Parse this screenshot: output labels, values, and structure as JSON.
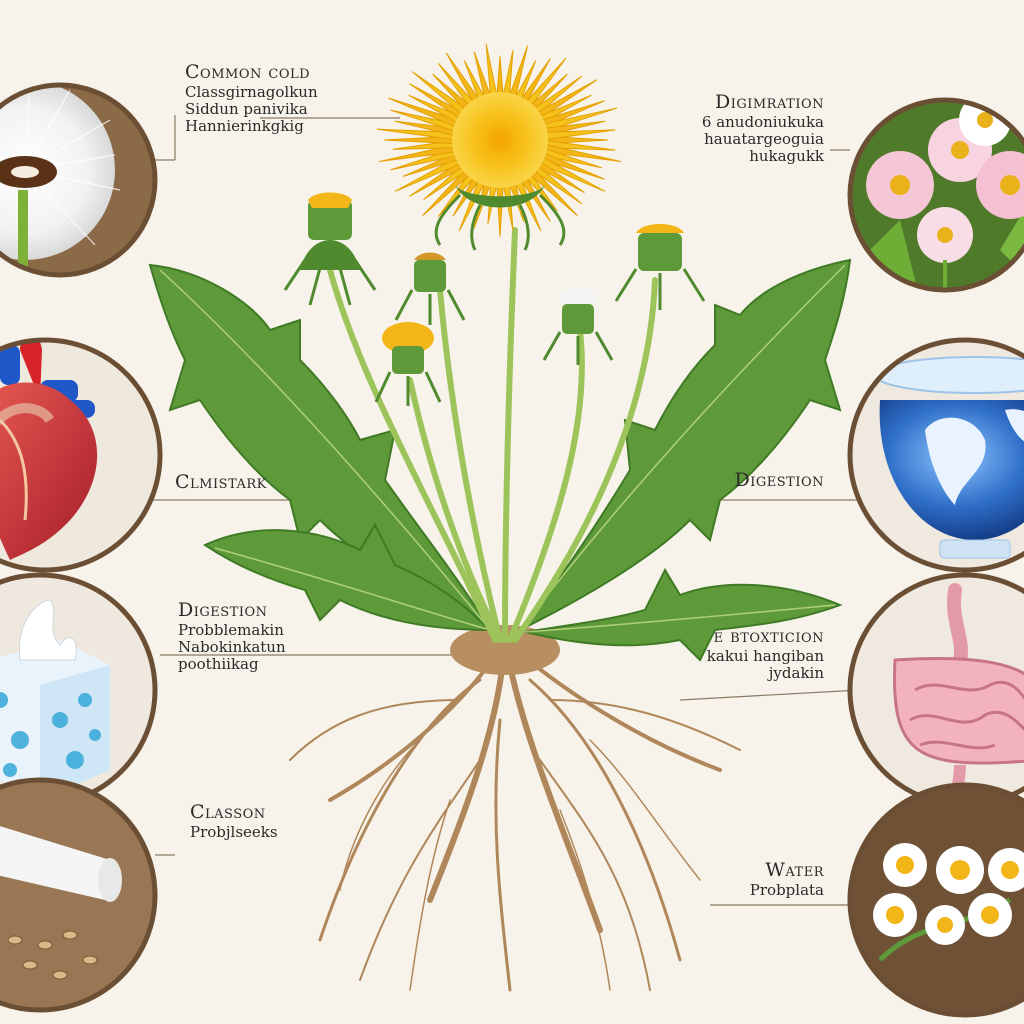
{
  "labels": {
    "tl": {
      "title": "Common cold",
      "lines": [
        "Classgirnagolkun",
        "Siddun panivika",
        "Hannierinkgkig"
      ]
    },
    "tr": {
      "title": "Digimration",
      "lines": [
        "6 anudoniukuka",
        "hauatargeoguia",
        "hukagukk"
      ]
    },
    "ml": {
      "title": "Clmistark",
      "lines": []
    },
    "mr": {
      "title": "Digestion",
      "lines": []
    },
    "cl": {
      "title": "Digestion",
      "lines": [
        "Probblemakin",
        "Nabokinkatun",
        "poothiikag"
      ]
    },
    "cr": {
      "title": "e btoxticion",
      "lines": [
        "kakui hangiban",
        "jydakin"
      ]
    },
    "bl": {
      "title": "Classon",
      "lines": [
        "Probjlseeks"
      ]
    },
    "br": {
      "title": "Water",
      "lines": [
        "Probplata"
      ]
    }
  },
  "icons": {
    "tl": "dandelion-seedhead-icon",
    "tr": "pink-daisy-flowers-icon",
    "ml": "heart-icon",
    "mr": "water-globe-bowl-icon",
    "cl": "tissue-box-icon",
    "cr": "intestines-icon",
    "bl": "paper-towel-seeds-icon",
    "br": "chamomile-flowers-icon"
  },
  "colors": {
    "background": "#f7f3ea",
    "frame": "#6b4f35",
    "leaf": "#5e9a3a",
    "petal": "#f2b618",
    "root": "#b0875a"
  }
}
